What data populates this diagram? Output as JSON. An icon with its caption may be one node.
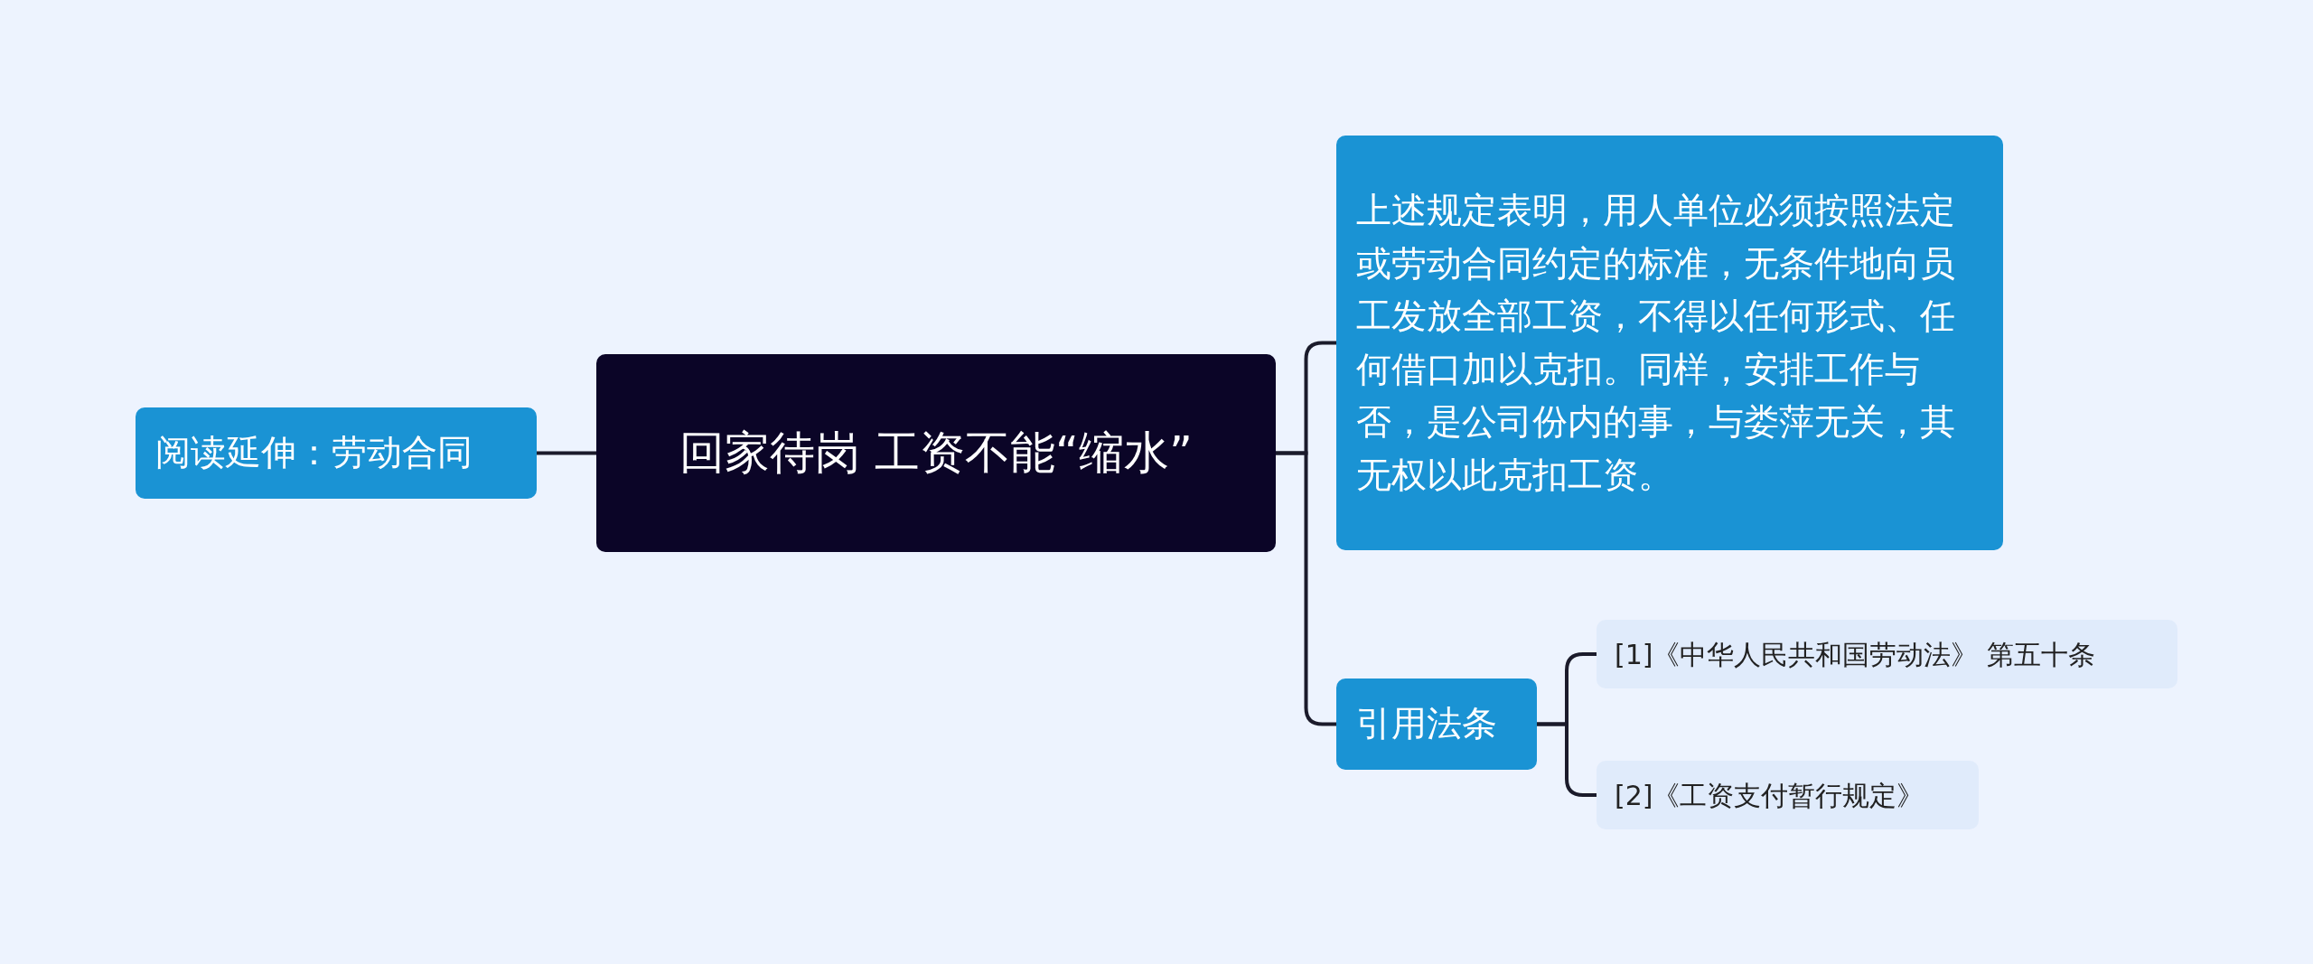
{
  "diagram": {
    "nodes": [
      {
        "text": [
          "回家待岗 工资不能“缩水”"
        ]
      },
      {
        "text": [
          "阅读延伸：劳动合同"
        ]
      },
      {
        "text": [
          "上述规定表明，用人单位必须按照法定或劳动合同约定的标准，无条件地向员工发放全部工资，不得以任何形式、任何借口加以克扣。同样，安排工作与否，是公司份内的事，与娄萍无关，其无权以此克扣工资。"
        ]
      },
      {
        "text": [
          "引用法条"
        ]
      },
      {
        "text": [
          "[1]《中华人民共和国劳动法》 第五十条"
        ]
      },
      {
        "text": [
          "[2]《工资支付暂行规定》"
        ]
      }
    ],
    "edges": [
      {
        "from": 0,
        "to": 1,
        "arrow": "none"
      },
      {
        "from": 0,
        "to": 2,
        "arrow": "none"
      },
      {
        "from": 0,
        "to": 3,
        "arrow": "none"
      },
      {
        "from": 3,
        "to": 4,
        "arrow": "none"
      },
      {
        "from": 3,
        "to": 5,
        "arrow": "none"
      }
    ]
  }
}
